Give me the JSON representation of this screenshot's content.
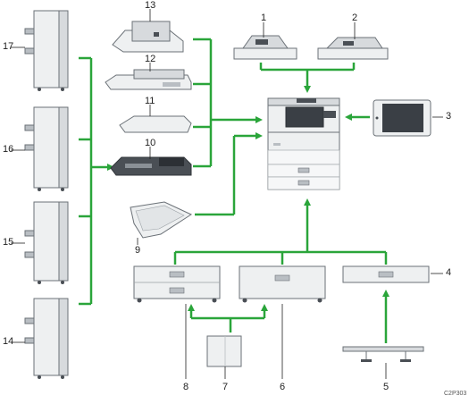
{
  "diagram": {
    "callouts": [
      "1",
      "2",
      "3",
      "4",
      "5",
      "6",
      "7",
      "8",
      "9",
      "10",
      "11",
      "12",
      "13",
      "14",
      "15",
      "16",
      "17"
    ],
    "figure_code": "C2P303"
  },
  "colors": {
    "connector": "#2aa53a",
    "device_fill": "#eef0f1",
    "device_shade": "#b9bec3",
    "device_dark": "#4a4f55",
    "outline": "#6b7177"
  }
}
